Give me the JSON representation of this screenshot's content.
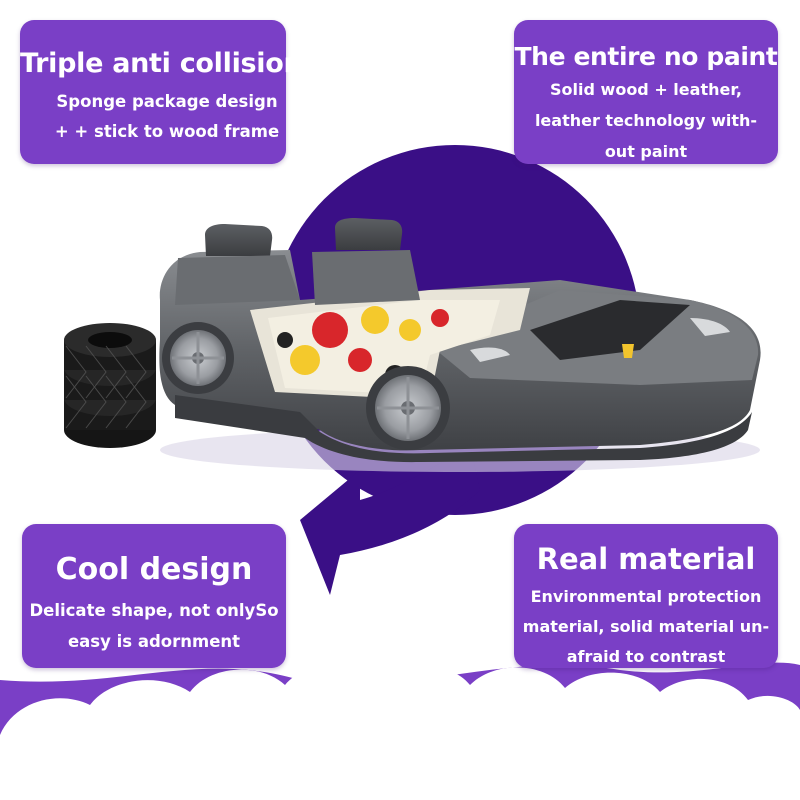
{
  "palette": {
    "card_purple": "#7a3fc6",
    "deep_purple": "#3a0f86",
    "cloud_white": "#ffffff",
    "car_gray": "#5d6064"
  },
  "features": {
    "top_left": {
      "title": "Triple anti collision",
      "lines": [
        "Sponge package design",
        "+ + stick to wood frame"
      ]
    },
    "top_right": {
      "title": "The entire no paint",
      "lines": [
        "Solid wood + leather,",
        "leather technology with-",
        "out paint"
      ]
    },
    "bottom_left": {
      "title": "Cool design",
      "lines": [
        "Delicate shape, not onlySo",
        "easy is adornment"
      ]
    },
    "bottom_right": {
      "title": "Real material",
      "lines": [
        "Environmental protection",
        "material, solid material un-",
        "afraid to contrast"
      ]
    }
  },
  "image": {
    "subject": "race-car-bed",
    "accessory": "tire-stack",
    "background": "purple-circle-arrow-and-cloud-border"
  }
}
